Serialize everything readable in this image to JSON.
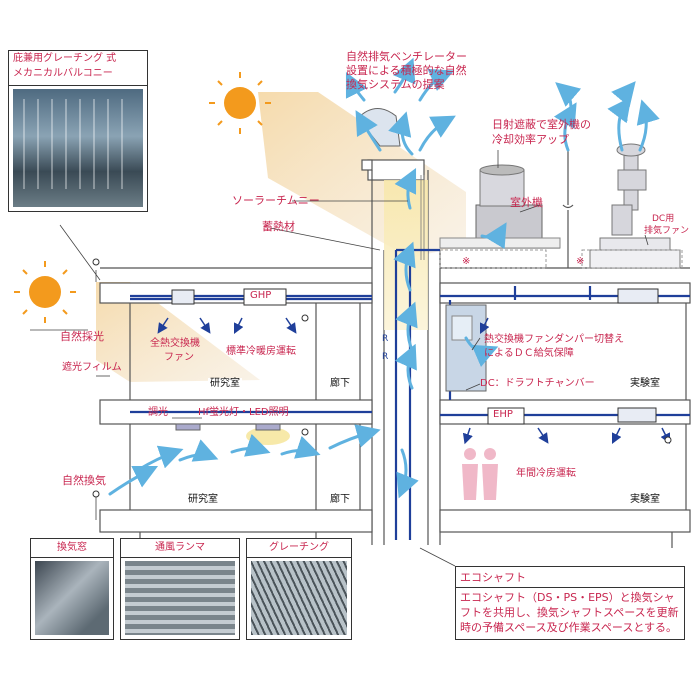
{
  "callouts": {
    "vent_title": "自然排気ベンチレーター",
    "vent_line2": "設置による積極的な自然",
    "vent_line3": "換気システムの提案",
    "shade_line1": "日射遮蔽で室外機の",
    "shade_line2": "冷却効率アップ",
    "solar_chimney": "ソーラーチムニー",
    "heat_storage": "蓄熱材",
    "outdoor_unit": "室外機",
    "dc_fan_line1": "DC用",
    "dc_fan_line2": "排気ファン",
    "natural_light": "自然採光",
    "light_film": "遮光フィルム",
    "hx_fan_line1": "全熱交換機",
    "hx_fan_line2": "ファン",
    "standard_cooling": "標準冷暖房運転",
    "damper_line1": "熱交換機ファンダンパー切替え",
    "damper_line2": "によるＤＣ給気保障",
    "dc_chamber": "DC：ドラフトチャンバー",
    "dimming": "調光",
    "lighting": "Hf蛍光灯・LED照明",
    "natural_vent": "自然換気",
    "yearround_cooling": "年間冷房運転",
    "ghp": "GHP",
    "ehp": "EHP",
    "note_mark_1": "※",
    "note_mark_2": "※",
    "shaft_r1": "R",
    "shaft_r2": "R"
  },
  "rooms": {
    "lab_upper": "研究室",
    "corridor_upper": "廊下",
    "exp_upper": "実験室",
    "lab_lower": "研究室",
    "corridor_lower": "廊下",
    "exp_lower": "実験室"
  },
  "photos": {
    "balcony_line1": "庇兼用グレーチング 式",
    "balcony_line2": "メカニカルバルコニー",
    "window": "換気窓",
    "louver": "通風ランマ",
    "grating": "グレーチング"
  },
  "eco_shaft": {
    "title": "エコシャフト",
    "body": "エコシャフト（DS・PS・EPS）と換気シャフトを共用し、換気シャフトスペースを更新時の予備スペース及び作業スペースとする。"
  },
  "colors": {
    "duct_blue": "#1f3f9a",
    "airflow": "#7fc4e8",
    "airflow_dark": "#3c8fcc",
    "sun": "#f39a1d",
    "sunbeam": "#f2d8b0",
    "label_pink": "#c8264f"
  }
}
